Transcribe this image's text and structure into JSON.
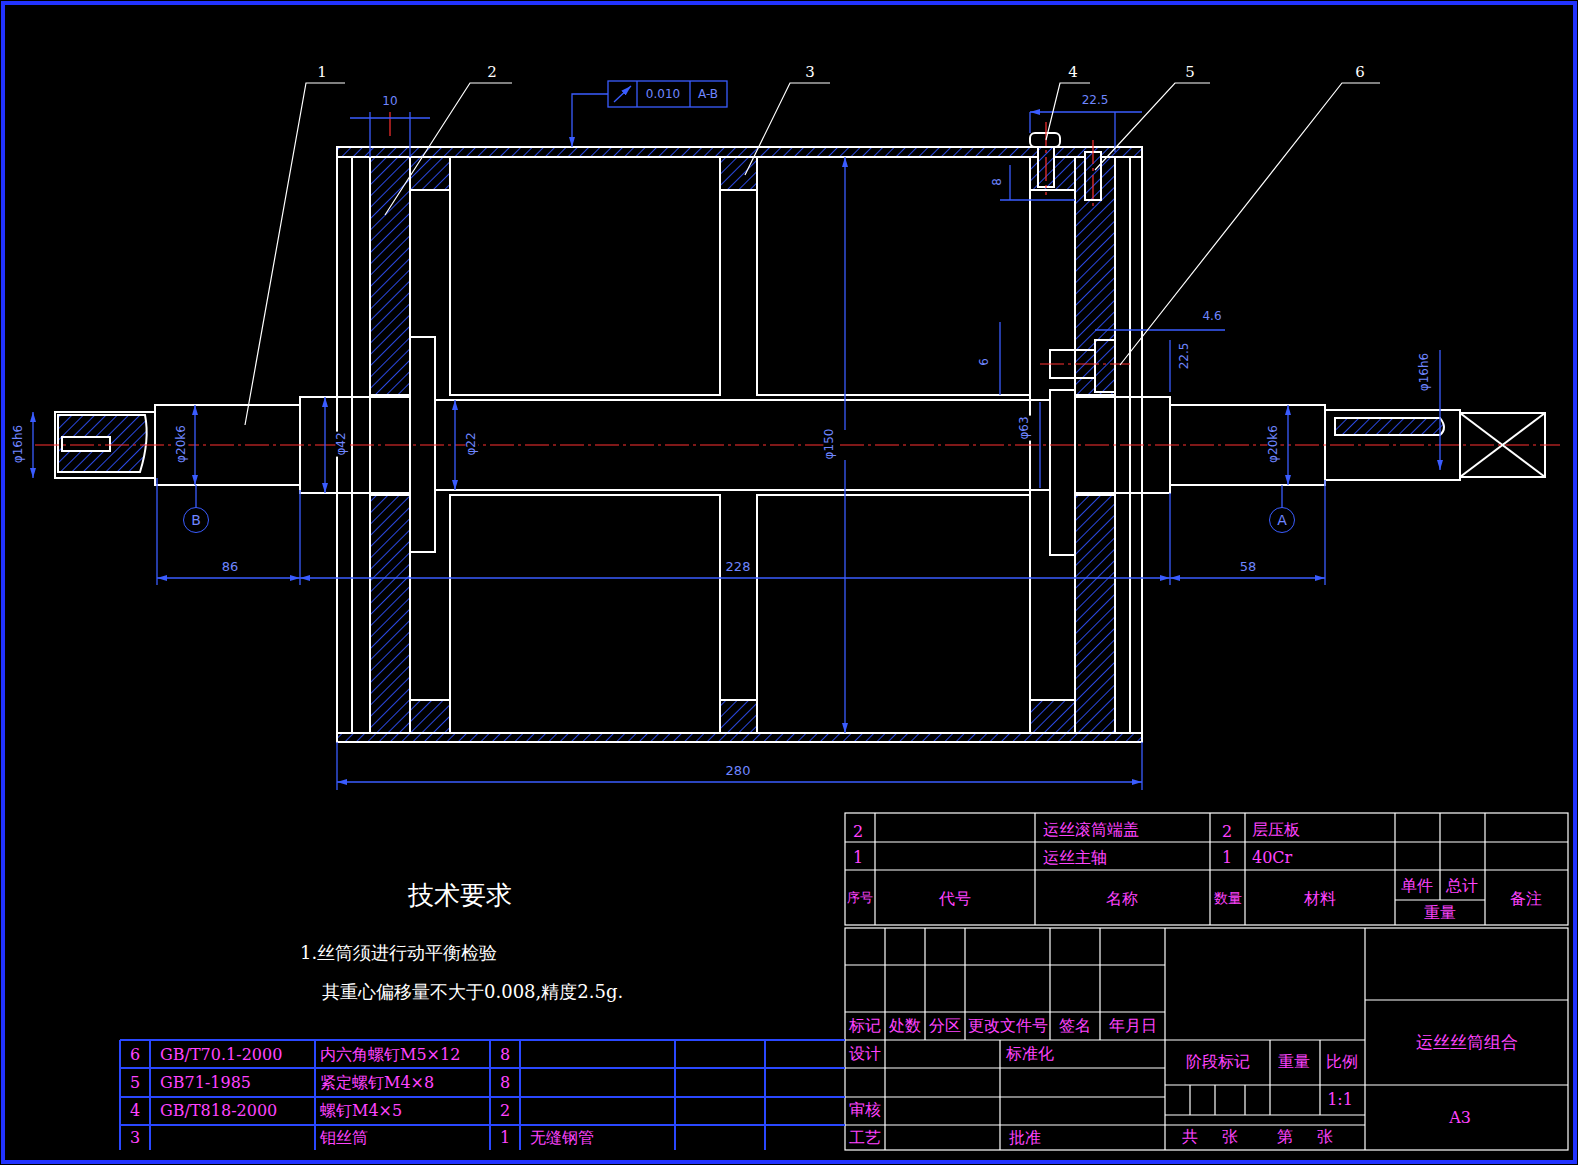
{
  "diagram": {
    "nodes": [
      {
        "text": [
          "B"
        ]
      },
      {
        "text": [
          "A"
        ]
      }
    ],
    "labels": [
      "1",
      "2",
      "3",
      "4",
      "5",
      "6",
      "10",
      "0.010",
      "A-B",
      "22.5",
      "8",
      "4.6",
      "6",
      "22.5",
      "φ63",
      "φ42",
      "φ22",
      "φ150",
      "φ16h6",
      "φ20k6",
      "φ20k6",
      "φ16h6",
      "86",
      "228",
      "58",
      "280",
      "技术要求",
      "1.丝筒须进行动平衡检验",
      "其重心偏移量不大于0.008,精度2.5g.",
      "6",
      "GB/T70.1-2000",
      "内六角螺钉M5×12",
      "8",
      "5",
      "GB71-1985",
      "紧定螺钉M4×8",
      "8",
      "4",
      "GB/T818-2000",
      "螺钉M4×5",
      "2",
      "3",
      "钼丝筒",
      "1",
      "无缝钢管",
      "2",
      "运丝滚筒端盖",
      "2",
      "层压板",
      "1",
      "运丝主轴",
      "1",
      "40Cr",
      "序号",
      "代号",
      "名称",
      "数量",
      "材料",
      "单件",
      "总计",
      "重量",
      "备注",
      "标记",
      "处数",
      "分区",
      "更改文件号",
      "签名",
      "年月日",
      "设计",
      "标准化",
      "审核",
      "工艺",
      "批准",
      "阶段标记",
      "重量",
      "比例",
      "1:1",
      "共",
      "张",
      "第",
      "张",
      "运丝丝筒组合",
      "A3"
    ]
  }
}
